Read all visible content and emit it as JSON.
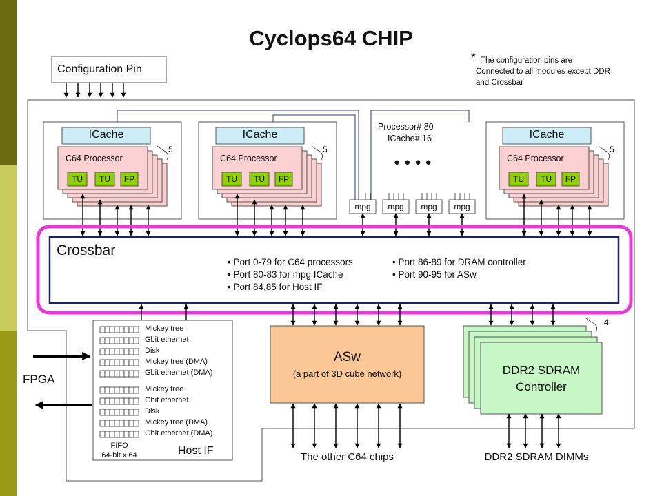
{
  "title": "Cyclops64 CHIP",
  "colors": {
    "sidebar_top": "#6b6b12",
    "sidebar_mid": "#c7c95a",
    "sidebar_bottom": "#9a9a16",
    "crossbar_outline": "#e83ad8",
    "icache_fill": "#cdeef7",
    "processor_fill": "#fbd0d0",
    "unit_fill": "#8fd100",
    "asw_fill": "#fbc796",
    "ddr_fill": "#c8f7c6",
    "wire": "#2d3a8c"
  },
  "config_pin": {
    "label": "Configuration Pin",
    "note_star": "*",
    "note_lines": [
      "The configuration pins are",
      "Connected to all modules except DDR",
      "and Crossbar"
    ]
  },
  "processor_groups": [
    {
      "icache": "ICache",
      "processor": "C64 Processor",
      "units": [
        "TU",
        "TU",
        "FP"
      ],
      "count": "5"
    },
    {
      "icache": "ICache",
      "processor": "C64 Processor",
      "units": [
        "TU",
        "TU",
        "FP"
      ],
      "count": "5"
    },
    {
      "icache": "ICache",
      "processor": "C64 Processor",
      "units": [
        "TU",
        "TU",
        "FP"
      ],
      "count": "5"
    }
  ],
  "processor_count": {
    "line1": "Processor# 80",
    "line2": "ICache# 16",
    "ellipsis": "● ● ● ●"
  },
  "mpg": [
    "mpg",
    "mpg",
    "mpg",
    "mpg"
  ],
  "crossbar": {
    "label": "Crossbar",
    "ports_left": [
      "Port 0-79 for C64 processors",
      "Port 80-83 for mpg ICache",
      "Port 84,85 for Host IF"
    ],
    "ports_right": [
      "Port 86-89 for DRAM controller",
      "Port 90-95 for ASw"
    ]
  },
  "host_if": {
    "label": "Host IF",
    "fifo_label": [
      "FIFO",
      "64-bit x 64"
    ],
    "fifo_group1": [
      "Mickey tree",
      "Gbit ethernet",
      "Disk",
      "Mickey tree (DMA)",
      "Gbit ethernet (DMA)"
    ],
    "fifo_group2": [
      "Mickey tree",
      "Gbit ethernet",
      "Disk",
      "Mickey tree (DMA)",
      "Gbit ethernet (DMA)"
    ]
  },
  "fpga": "FPGA",
  "asw": {
    "label": "ASw",
    "sublabel": "(a part of 3D cube network)",
    "bottom_label": "The other C64 chips"
  },
  "ddr": {
    "line1": "DDR2 SDRAM",
    "line2": "Controller",
    "count": "4",
    "bottom_label": "DDR2 SDRAM DIMMs"
  }
}
